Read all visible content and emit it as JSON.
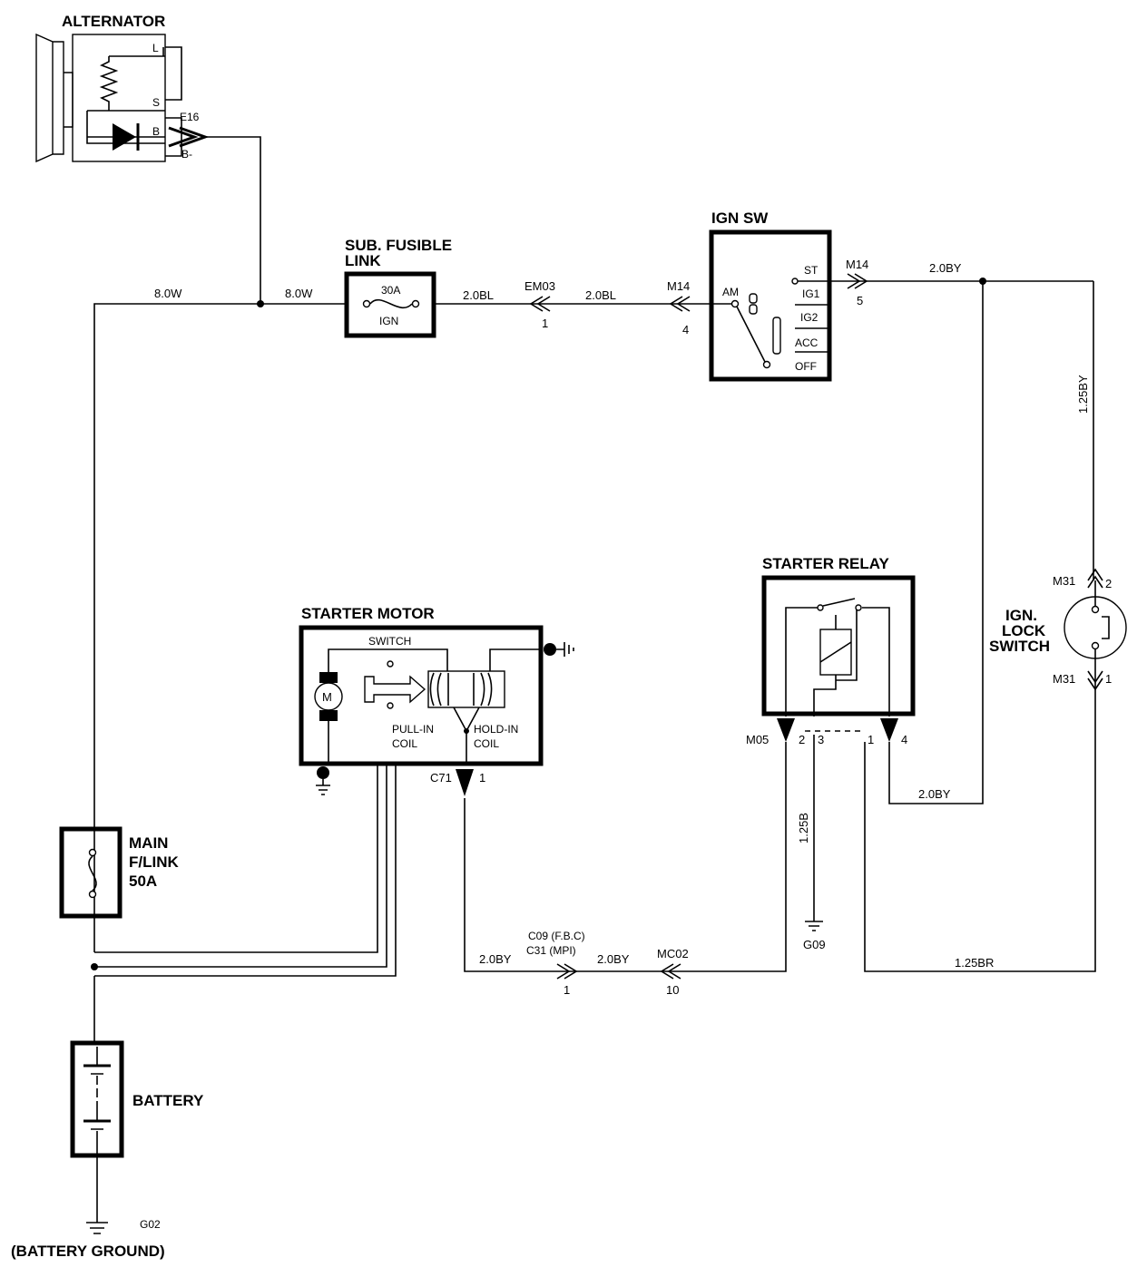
{
  "components": {
    "alternator": "ALTERNATOR",
    "sub_fusible_link_1": "SUB. FUSIBLE",
    "sub_fusible_link_2": "LINK",
    "sub_fuse_rating": "30A",
    "sub_fuse_circuit": "IGN",
    "ign_sw": "IGN SW",
    "starter_relay": "STARTER RELAY",
    "starter_motor": "STARTER MOTOR",
    "main_flink_1": "MAIN",
    "main_flink_2": "F/LINK",
    "main_flink_3": "50A",
    "battery": "BATTERY",
    "battery_ground": "(BATTERY GROUND)",
    "ign_lock_1": "IGN.",
    "ign_lock_2": "LOCK",
    "ign_lock_3": "SWITCH"
  },
  "alternator_terminals": {
    "l": "L",
    "s": "S",
    "b": "B",
    "b_minus": "B-",
    "connector": "E16"
  },
  "ign_sw_terminals": {
    "st": "ST",
    "ig1": "IG1",
    "ig2": "IG2",
    "acc": "ACC",
    "off": "OFF",
    "am": "AM"
  },
  "starter_motor_labels": {
    "switch": "SWITCH",
    "motor": "M",
    "pull_in_1": "PULL-IN",
    "pull_in_2": "COIL",
    "hold_in_1": "HOLD-IN",
    "hold_in_2": "COIL"
  },
  "connectors": {
    "em03": "EM03",
    "em03_pin": "1",
    "m14_in": "M14",
    "m14_in_pin": "4",
    "m14_out": "M14",
    "m14_out_pin": "5",
    "m31_top": "M31",
    "m31_top_pin": "2",
    "m31_bot": "M31",
    "m31_bot_pin": "1",
    "m05": "M05",
    "m05_pin2": "2",
    "m05_pin3": "3",
    "m05_pin1": "1",
    "m05_pin4": "4",
    "c71": "C71",
    "c71_pin": "1",
    "c09": "C09 (F.B.C)",
    "c31": "C31 (MPI)",
    "c09_pin": "1",
    "mc02": "MC02",
    "mc02_pin": "10",
    "g09": "G09",
    "g02": "G02"
  },
  "wires": {
    "w_8ow_left": "8.0W",
    "w_8ow_right": "8.0W",
    "w_20bl_a": "2.0BL",
    "w_20bl_b": "2.0BL",
    "w_20by_top": "2.0BY",
    "w_125by": "1.25BY",
    "w_20by_relay": "2.0BY",
    "w_125b": "1.25B",
    "w_125br": "1.25BR",
    "w_20by_c71": "2.0BY",
    "w_20by_mc02": "2.0BY"
  }
}
